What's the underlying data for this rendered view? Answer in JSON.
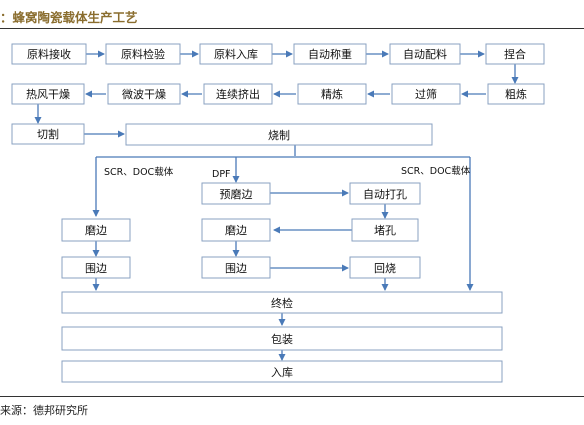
{
  "title": "：蜂窝陶瓷载体生产工艺",
  "source": "来源：德邦研究所",
  "colors": {
    "box_border": "#8aa1c1",
    "arrow": "#4a7ab8",
    "title": "#8a6d2e"
  },
  "steps": {
    "raw_receive": "原料接收",
    "raw_inspect": "原料检验",
    "raw_storage": "原料入库",
    "auto_weigh": "自动称重",
    "auto_mix": "自动配料",
    "kneading": "捏合",
    "coarse_refine": "粗炼",
    "sieving": "过筛",
    "fine_refine": "精炼",
    "extrusion": "连续挤出",
    "microwave_dry": "微波干燥",
    "hot_air_dry": "热风干燥",
    "cutting": "切割",
    "firing": "烧制",
    "pre_grind": "预磨边",
    "auto_drill": "自动打孔",
    "grind_a": "磨边",
    "plug": "堵孔",
    "grind_b": "磨边",
    "coat_a": "围边",
    "coat_b": "围边",
    "refire": "回烧",
    "final_inspect": "终检",
    "packaging": "包装",
    "warehousing": "入库"
  },
  "branches": {
    "left": "SCR、DOC载体",
    "middle": "DPF",
    "right": "SCR、DOC载体"
  }
}
